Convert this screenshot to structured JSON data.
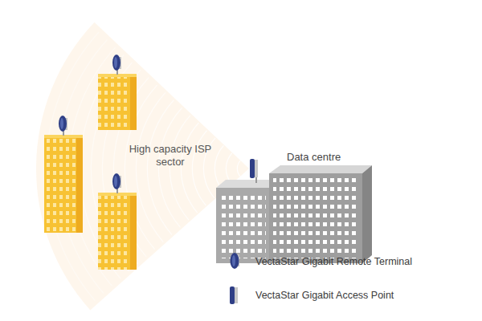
{
  "diagram": {
    "nodes": [
      {
        "text": [
          "High capacity ISP sector"
        ]
      },
      {
        "text": [
          "Data centre"
        ]
      }
    ],
    "legend": [
      {
        "text": "VectaStar Gigabit Remote Terminal"
      },
      {
        "text": "VectaStar Gigabit Access Point"
      }
    ]
  }
}
